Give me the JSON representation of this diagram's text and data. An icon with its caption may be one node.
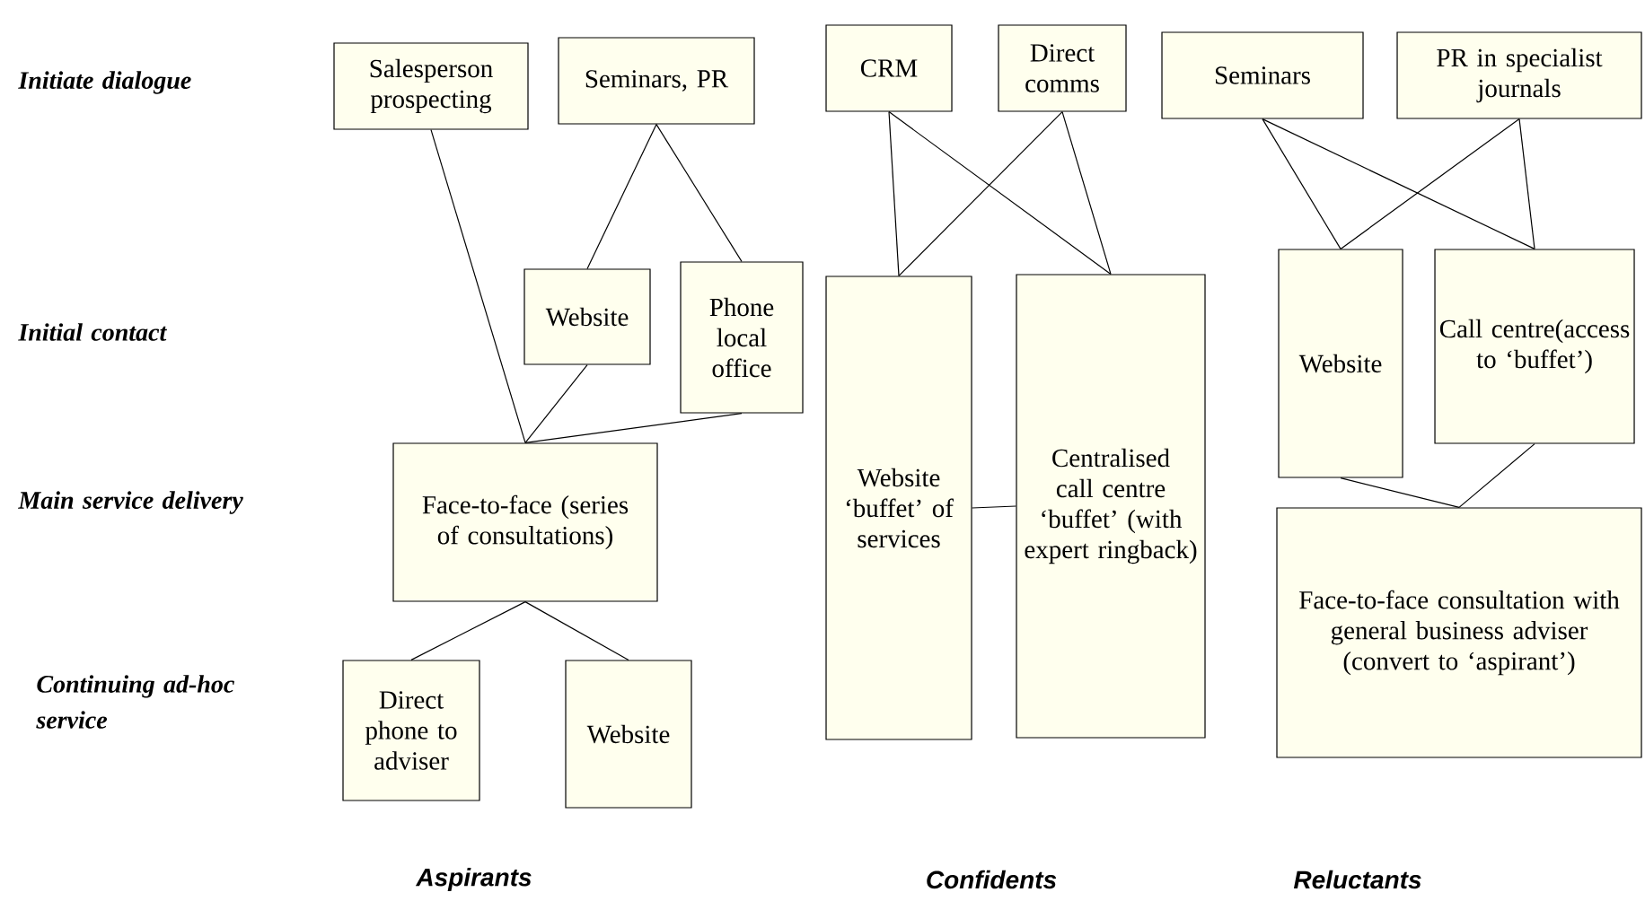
{
  "diagram": {
    "nodes": [
      {
        "text": [
          "Salesperson prospecting"
        ]
      },
      {
        "text": [
          "Seminars, PR"
        ]
      },
      {
        "text": [
          "Website"
        ]
      },
      {
        "text": [
          "Phone local office"
        ]
      },
      {
        "text": [
          "Face-to-face (series of consultations)"
        ]
      },
      {
        "text": [
          "Direct phone to adviser"
        ]
      },
      {
        "text": [
          "Website"
        ]
      },
      {
        "text": [
          "CRM"
        ]
      },
      {
        "text": [
          "Direct comms"
        ]
      },
      {
        "text": [
          "Website ‘buffet’ of services"
        ]
      },
      {
        "text": [
          "Centralised call centre ‘buffet’ (with expert ringback)"
        ]
      },
      {
        "text": [
          "Seminars"
        ]
      },
      {
        "text": [
          "PR in specialist journals"
        ]
      },
      {
        "text": [
          "Website"
        ]
      },
      {
        "text": [
          "Call centre(access to ‘buffet’)"
        ]
      },
      {
        "text": [
          "Face-to-face consultation with general business adviser (convert to ‘aspirant’)"
        ]
      }
    ],
    "edges": [
      {
        "from": 0,
        "to": 4,
        "arrow": "none"
      },
      {
        "from": 1,
        "to": 2,
        "arrow": "none"
      },
      {
        "from": 1,
        "to": 3,
        "arrow": "none"
      },
      {
        "from": 2,
        "to": 4,
        "arrow": "none"
      },
      {
        "from": 3,
        "to": 4,
        "arrow": "none"
      },
      {
        "from": 4,
        "to": 5,
        "arrow": "none"
      },
      {
        "from": 4,
        "to": 6,
        "arrow": "none"
      },
      {
        "from": 7,
        "to": 9,
        "arrow": "none"
      },
      {
        "from": 7,
        "to": 10,
        "arrow": "none"
      },
      {
        "from": 8,
        "to": 9,
        "arrow": "none"
      },
      {
        "from": 8,
        "to": 10,
        "arrow": "none"
      },
      {
        "from": 9,
        "to": 10,
        "arrow": "none"
      },
      {
        "from": 11,
        "to": 13,
        "arrow": "none"
      },
      {
        "from": 11,
        "to": 14,
        "arrow": "none"
      },
      {
        "from": 12,
        "to": 13,
        "arrow": "none"
      },
      {
        "from": 12,
        "to": 14,
        "arrow": "none"
      },
      {
        "from": 13,
        "to": 15,
        "arrow": "none"
      },
      {
        "from": 14,
        "to": 15,
        "arrow": "none"
      }
    ],
    "labels": [
      "Initiate dialogue",
      "Initial contact",
      "Main service delivery",
      "Continuing ad-hoc service",
      "Aspirants",
      "Confidents",
      "Reluctants"
    ]
  }
}
